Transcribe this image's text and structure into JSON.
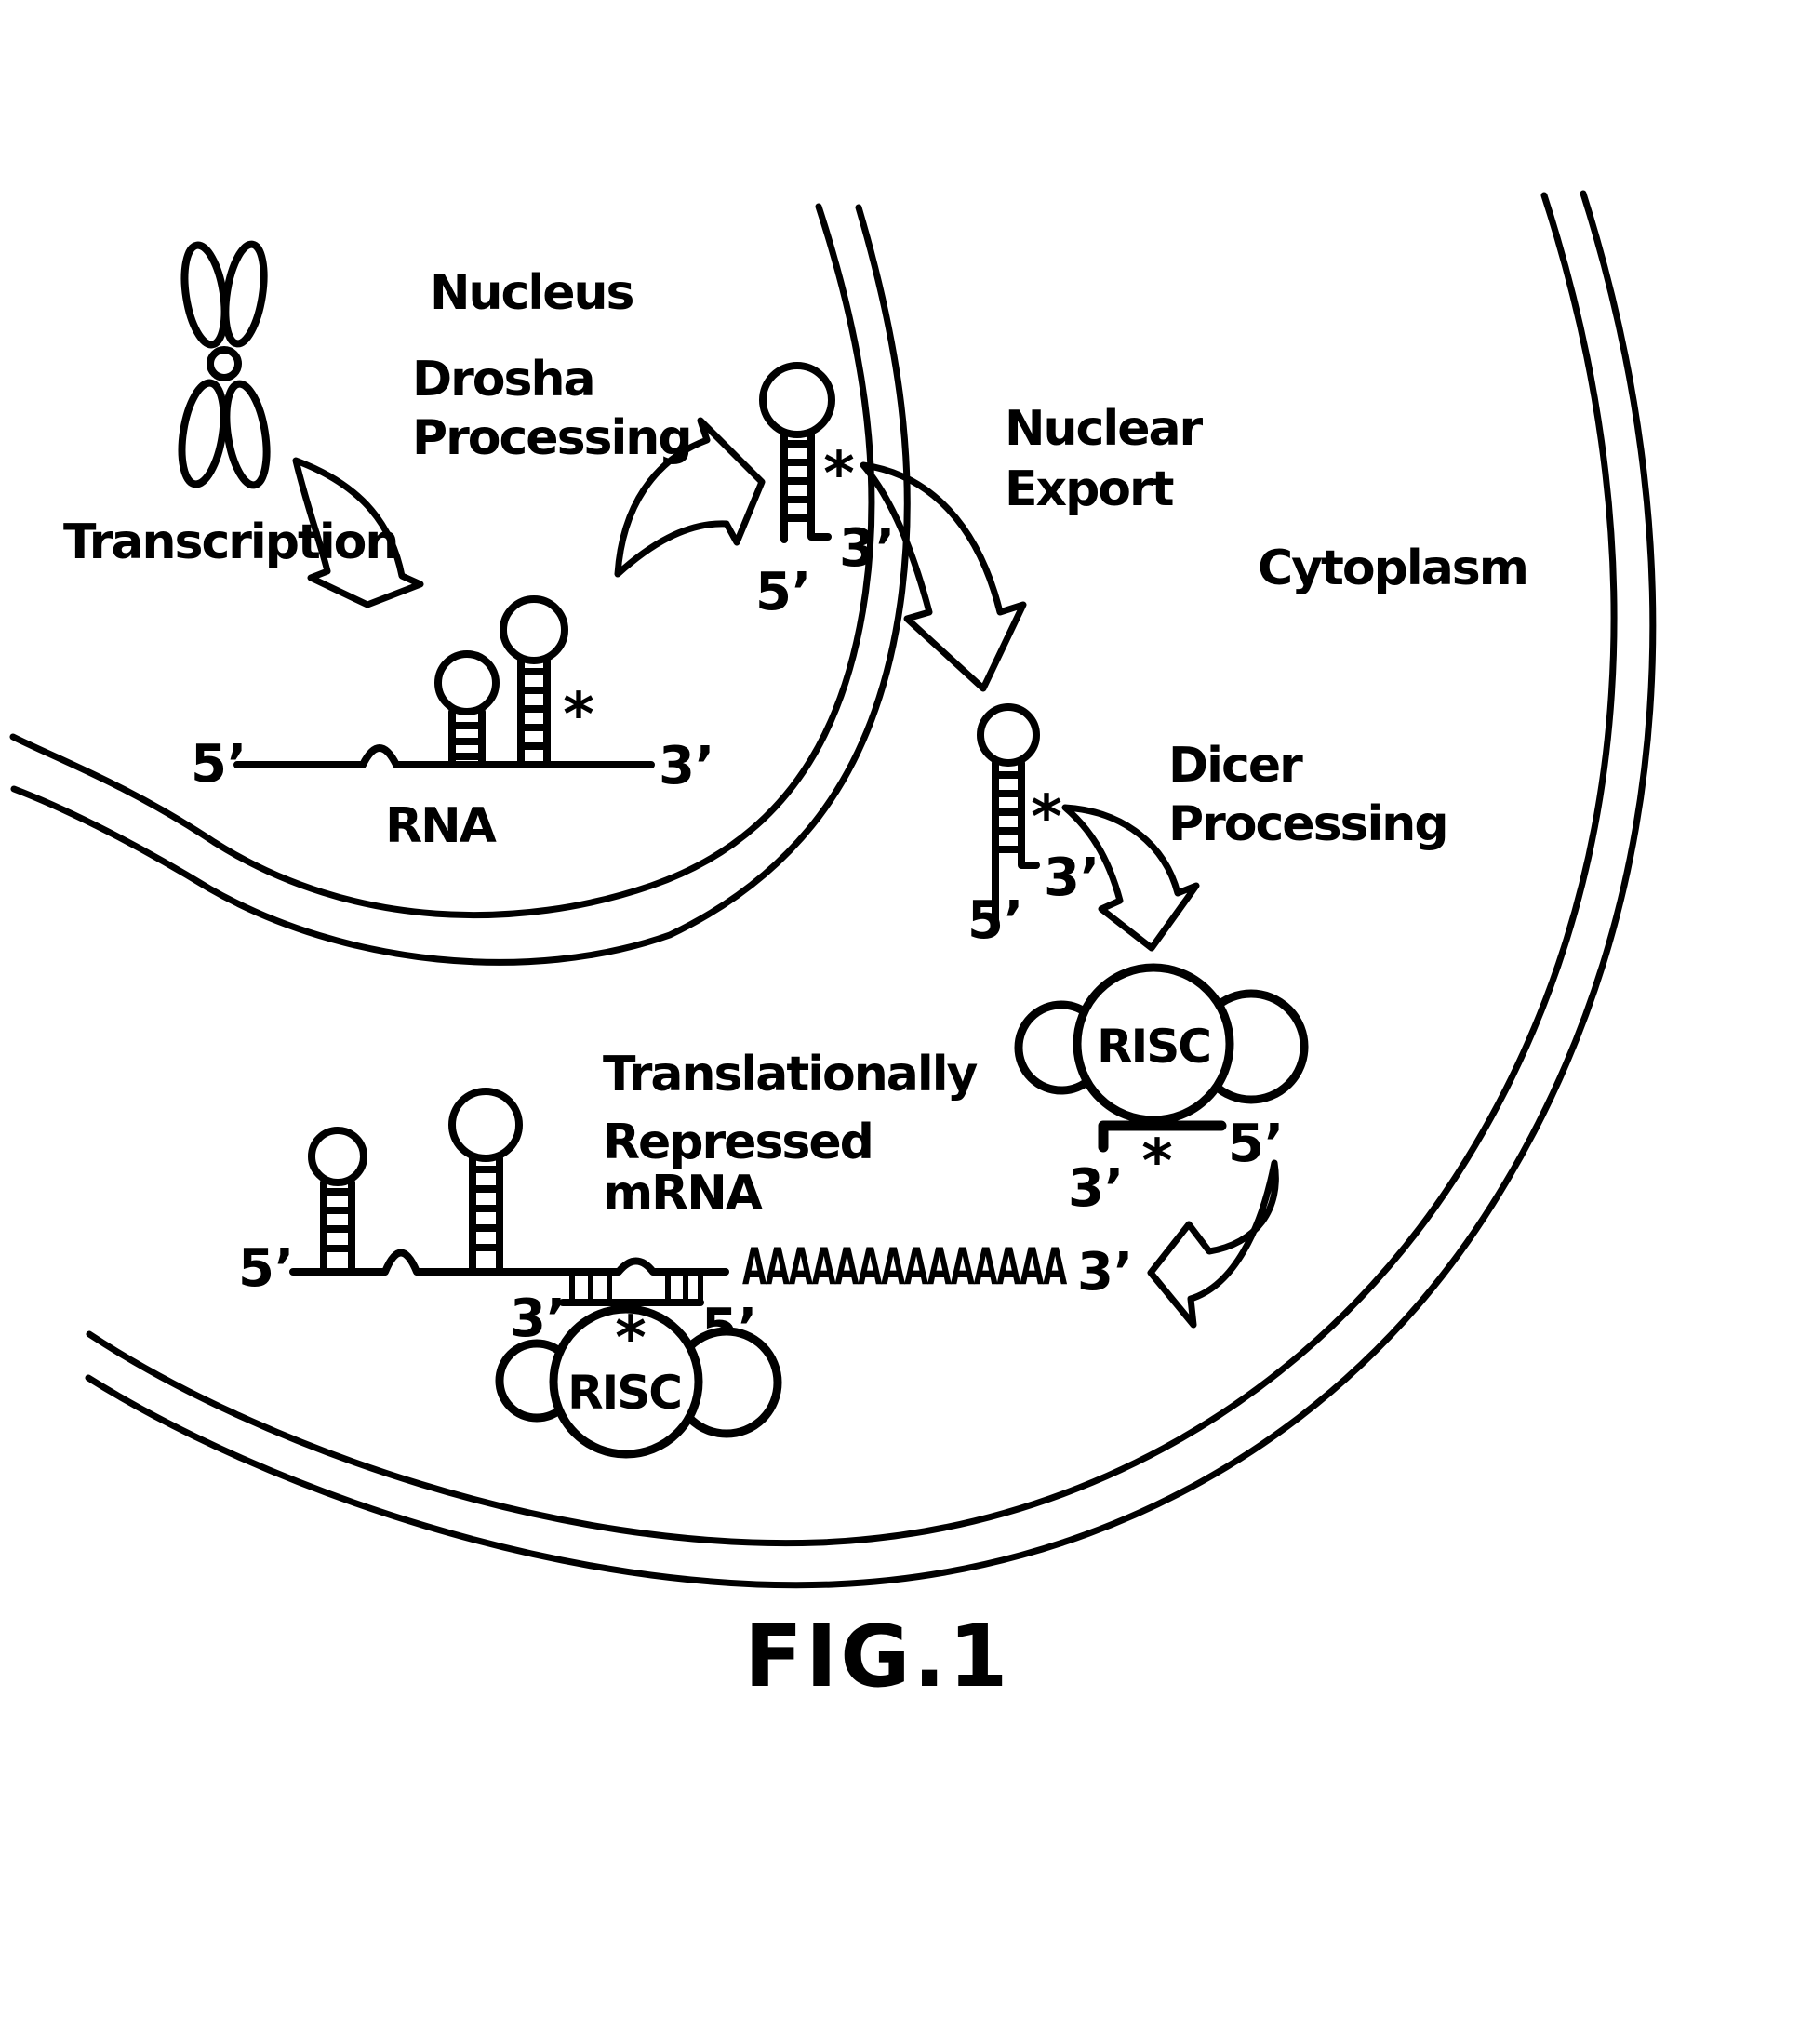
{
  "figure": {
    "caption": "FIG.1",
    "ink_color": "#000000",
    "background_color": "#ffffff"
  },
  "regions": {
    "nucleus": "Nucleus",
    "cytoplasm": "Cytoplasm"
  },
  "steps": {
    "transcription": "Transcription",
    "drosha": {
      "line1": "Drosha",
      "line2": "Processing"
    },
    "nuclear_export": {
      "line1": "Nuclear",
      "line2": "Export"
    },
    "dicer": {
      "line1": "Dicer",
      "line2": "Processing"
    },
    "repression": {
      "line1": "Translationally",
      "line2": "Repressed",
      "line3": "mRNA"
    }
  },
  "molecules": {
    "pri_mirna": "RNA",
    "risc": "RISC",
    "polya_tail": "AAAAAAAAAAAAAA",
    "five_prime": "5’",
    "three_prime": "3’",
    "star": "*"
  }
}
